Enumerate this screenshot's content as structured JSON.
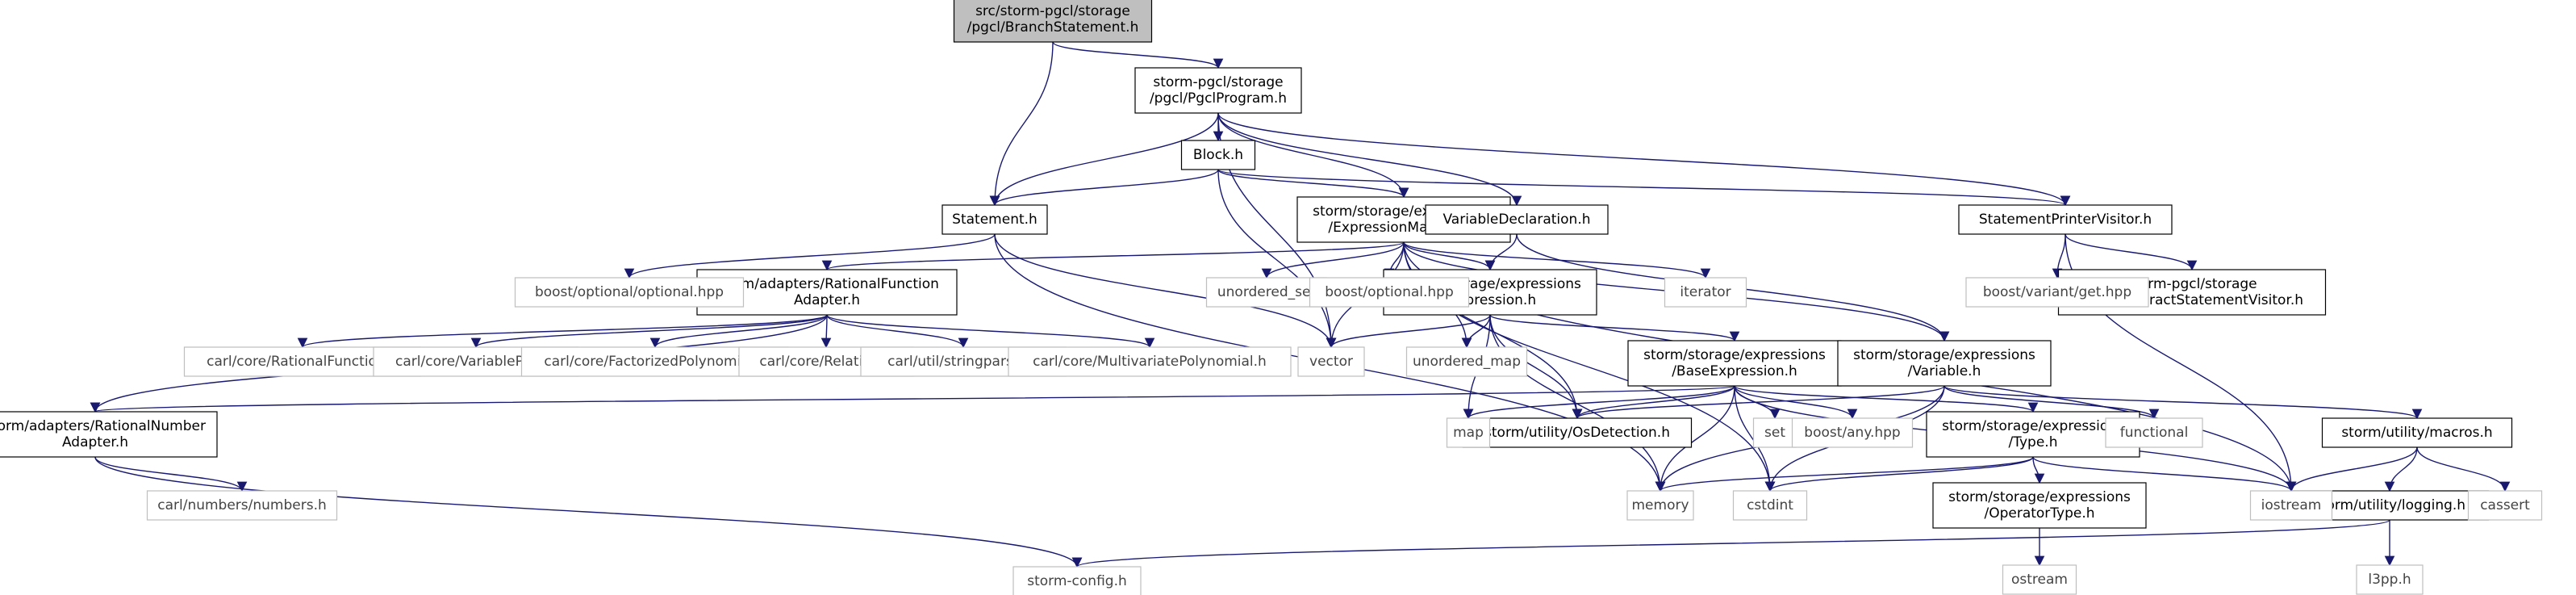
{
  "graph": {
    "nodes": [
      {
        "id": "root",
        "kind": "root",
        "lines": [
          "src/storm-pgcl/storage",
          "/pgcl/BranchStatement.h"
        ]
      },
      {
        "id": "pgclprogram",
        "kind": "doc",
        "lines": [
          "storm-pgcl/storage",
          "/pgcl/PgclProgram.h"
        ]
      },
      {
        "id": "statement",
        "kind": "doc",
        "lines": [
          "Statement.h"
        ]
      },
      {
        "id": "block",
        "kind": "doc",
        "lines": [
          "Block.h"
        ]
      },
      {
        "id": "exprmanager",
        "kind": "doc",
        "lines": [
          "storm/storage/expressions",
          "/ExpressionManager.h"
        ]
      },
      {
        "id": "vardecl",
        "kind": "doc",
        "lines": [
          "VariableDeclaration.h"
        ]
      },
      {
        "id": "printervisitor",
        "kind": "doc",
        "lines": [
          "StatementPrinterVisitor.h"
        ]
      },
      {
        "id": "ratfuncadapter",
        "kind": "doc",
        "lines": [
          "storm/adapters/RationalFunction",
          "Adapter.h"
        ]
      },
      {
        "id": "expression",
        "kind": "doc",
        "lines": [
          "storm/storage/expressions",
          "/Expression.h"
        ]
      },
      {
        "id": "baseexpr",
        "kind": "doc",
        "lines": [
          "storm/storage/expressions",
          "/BaseExpression.h"
        ]
      },
      {
        "id": "variable",
        "kind": "doc",
        "lines": [
          "storm/storage/expressions",
          "/Variable.h"
        ]
      },
      {
        "id": "ratnumadapter",
        "kind": "doc",
        "lines": [
          "storm/adapters/RationalNumber",
          "Adapter.h"
        ]
      },
      {
        "id": "osdetect",
        "kind": "doc",
        "lines": [
          "storm/utility/OsDetection.h"
        ]
      },
      {
        "id": "type",
        "kind": "doc",
        "lines": [
          "storm/storage/expressions",
          "/Type.h"
        ]
      },
      {
        "id": "operatortype",
        "kind": "doc",
        "lines": [
          "storm/storage/expressions",
          "/OperatorType.h"
        ]
      },
      {
        "id": "macros",
        "kind": "doc",
        "lines": [
          "storm/utility/macros.h"
        ]
      },
      {
        "id": "logging",
        "kind": "doc",
        "lines": [
          "storm/utility/logging.h"
        ]
      },
      {
        "id": "abstractvisitor",
        "kind": "doc",
        "lines": [
          "storm-pgcl/storage",
          "/pgcl/AbstractStatementVisitor.h"
        ]
      },
      {
        "id": "boostopt_opt",
        "kind": "ext",
        "lines": [
          "boost/optional/optional.hpp"
        ]
      },
      {
        "id": "unordered_set",
        "kind": "ext",
        "lines": [
          "unordered_set"
        ]
      },
      {
        "id": "boostopt",
        "kind": "ext",
        "lines": [
          "boost/optional.hpp"
        ]
      },
      {
        "id": "iterator",
        "kind": "ext",
        "lines": [
          "iterator"
        ]
      },
      {
        "id": "boostvariant",
        "kind": "ext",
        "lines": [
          "boost/variant/get.hpp"
        ]
      },
      {
        "id": "carl_ratfunc",
        "kind": "ext",
        "lines": [
          "carl/core/RationalFunction.h"
        ]
      },
      {
        "id": "carl_varpool",
        "kind": "ext",
        "lines": [
          "carl/core/VariablePool.h"
        ]
      },
      {
        "id": "carl_factpoly",
        "kind": "ext",
        "lines": [
          "carl/core/FactorizedPolynomial.h"
        ]
      },
      {
        "id": "carl_relation",
        "kind": "ext",
        "lines": [
          "carl/core/Relation.h"
        ]
      },
      {
        "id": "carl_strparser",
        "kind": "ext",
        "lines": [
          "carl/util/stringparser.h"
        ]
      },
      {
        "id": "carl_multipoly",
        "kind": "ext",
        "lines": [
          "carl/core/MultivariatePolynomial.h"
        ]
      },
      {
        "id": "vector",
        "kind": "ext",
        "lines": [
          "vector"
        ]
      },
      {
        "id": "unordered_map",
        "kind": "ext",
        "lines": [
          "unordered_map"
        ]
      },
      {
        "id": "map",
        "kind": "ext",
        "lines": [
          "map"
        ]
      },
      {
        "id": "set",
        "kind": "ext",
        "lines": [
          "set"
        ]
      },
      {
        "id": "boostany",
        "kind": "ext",
        "lines": [
          "boost/any.hpp"
        ]
      },
      {
        "id": "functional",
        "kind": "ext",
        "lines": [
          "functional"
        ]
      },
      {
        "id": "carl_numbers",
        "kind": "ext",
        "lines": [
          "carl/numbers/numbers.h"
        ]
      },
      {
        "id": "memory",
        "kind": "ext",
        "lines": [
          "memory"
        ]
      },
      {
        "id": "cstdint",
        "kind": "ext",
        "lines": [
          "cstdint"
        ]
      },
      {
        "id": "iostream",
        "kind": "ext",
        "lines": [
          "iostream"
        ]
      },
      {
        "id": "cassert",
        "kind": "ext",
        "lines": [
          "cassert"
        ]
      },
      {
        "id": "stormconfig",
        "kind": "ext",
        "lines": [
          "storm-config.h"
        ]
      },
      {
        "id": "ostream",
        "kind": "ext",
        "lines": [
          "ostream"
        ]
      },
      {
        "id": "l3pp",
        "kind": "ext",
        "lines": [
          "l3pp.h"
        ]
      }
    ],
    "edges": [
      [
        "root",
        "pgclprogram"
      ],
      [
        "root",
        "statement"
      ],
      [
        "pgclprogram",
        "statement"
      ],
      [
        "pgclprogram",
        "block"
      ],
      [
        "pgclprogram",
        "exprmanager"
      ],
      [
        "pgclprogram",
        "vardecl"
      ],
      [
        "pgclprogram",
        "printervisitor"
      ],
      [
        "pgclprogram",
        "vector"
      ],
      [
        "block",
        "statement"
      ],
      [
        "block",
        "exprmanager"
      ],
      [
        "block",
        "printervisitor"
      ],
      [
        "block",
        "vector"
      ],
      [
        "statement",
        "boostopt_opt"
      ],
      [
        "statement",
        "vector"
      ],
      [
        "statement",
        "memory"
      ],
      [
        "exprmanager",
        "ratfuncadapter"
      ],
      [
        "exprmanager",
        "unordered_set"
      ],
      [
        "exprmanager",
        "boostopt"
      ],
      [
        "exprmanager",
        "expression"
      ],
      [
        "exprmanager",
        "iterator"
      ],
      [
        "exprmanager",
        "variable"
      ],
      [
        "exprmanager",
        "vector"
      ],
      [
        "exprmanager",
        "unordered_map"
      ],
      [
        "exprmanager",
        "osdetect"
      ],
      [
        "exprmanager",
        "iostream"
      ],
      [
        "exprmanager",
        "cstdint"
      ],
      [
        "vardecl",
        "expression"
      ],
      [
        "vardecl",
        "variable"
      ],
      [
        "printervisitor",
        "boostvariant"
      ],
      [
        "printervisitor",
        "abstractvisitor"
      ],
      [
        "printervisitor",
        "iostream"
      ],
      [
        "ratfuncadapter",
        "carl_ratfunc"
      ],
      [
        "ratfuncadapter",
        "carl_varpool"
      ],
      [
        "ratfuncadapter",
        "carl_factpoly"
      ],
      [
        "ratfuncadapter",
        "carl_relation"
      ],
      [
        "ratfuncadapter",
        "carl_strparser"
      ],
      [
        "ratfuncadapter",
        "carl_multipoly"
      ],
      [
        "ratfuncadapter",
        "ratnumadapter"
      ],
      [
        "expression",
        "vector"
      ],
      [
        "expression",
        "unordered_map"
      ],
      [
        "expression",
        "map"
      ],
      [
        "expression",
        "osdetect"
      ],
      [
        "expression",
        "baseexpr"
      ],
      [
        "expression",
        "memory"
      ],
      [
        "baseexpr",
        "ratnumadapter"
      ],
      [
        "baseexpr",
        "map"
      ],
      [
        "baseexpr",
        "osdetect"
      ],
      [
        "baseexpr",
        "set"
      ],
      [
        "baseexpr",
        "boostany"
      ],
      [
        "baseexpr",
        "type"
      ],
      [
        "baseexpr",
        "memory"
      ],
      [
        "baseexpr",
        "cstdint"
      ],
      [
        "baseexpr",
        "iostream"
      ],
      [
        "variable",
        "osdetect"
      ],
      [
        "variable",
        "functional"
      ],
      [
        "variable",
        "macros"
      ],
      [
        "variable",
        "cstdint"
      ],
      [
        "variable",
        "memory"
      ],
      [
        "type",
        "memory"
      ],
      [
        "type",
        "cstdint"
      ],
      [
        "type",
        "iostream"
      ],
      [
        "type",
        "operatortype"
      ],
      [
        "operatortype",
        "ostream"
      ],
      [
        "macros",
        "iostream"
      ],
      [
        "macros",
        "logging"
      ],
      [
        "macros",
        "cassert"
      ],
      [
        "logging",
        "stormconfig"
      ],
      [
        "logging",
        "l3pp"
      ],
      [
        "ratnumadapter",
        "carl_numbers"
      ],
      [
        "ratnumadapter",
        "stormconfig"
      ]
    ]
  }
}
